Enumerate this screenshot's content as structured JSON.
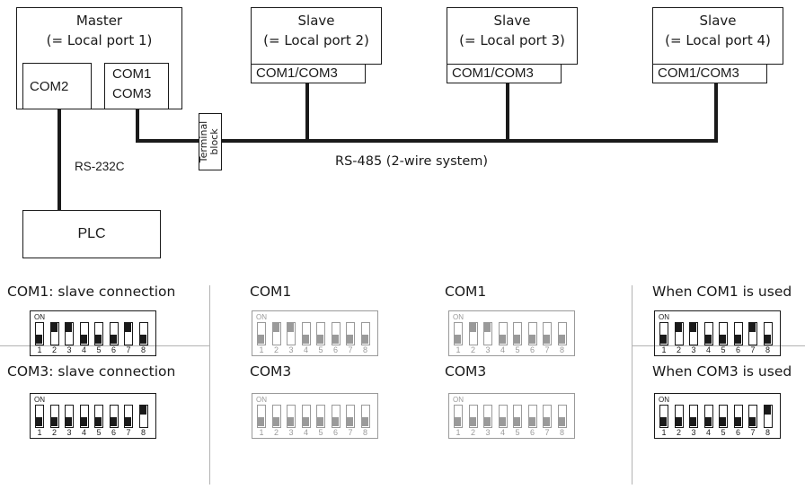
{
  "topology": {
    "master": {
      "line1": "Master",
      "line2": "(= Local port 1)",
      "com2": "COM2",
      "com13_line1": "COM1",
      "com13_line2": "COM3"
    },
    "slaves": [
      {
        "line1": "Slave",
        "line2": "(= Local port 2)",
        "port": "COM1/COM3"
      },
      {
        "line1": "Slave",
        "line2": "(= Local port 3)",
        "port": "COM1/COM3"
      },
      {
        "line1": "Slave",
        "line2": "(= Local port 4)",
        "port": "COM1/COM3"
      }
    ],
    "terminal_block_line1": "Terminal",
    "terminal_block_line2": "block",
    "rs485_label": "RS-485 (2-wire system)",
    "rs232_label": "RS-232C",
    "plc_label": "PLC"
  },
  "dip_switches": {
    "on_label": "ON",
    "numbers": [
      "1",
      "2",
      "3",
      "4",
      "5",
      "6",
      "7",
      "8"
    ],
    "col1": {
      "top_title": "COM1: slave connection",
      "bottom_title": "COM3: slave connection"
    },
    "col2": {
      "top_title": "COM1",
      "bottom_title": "COM3"
    },
    "col3": {
      "top_title": "COM1",
      "bottom_title": "COM3"
    },
    "col4": {
      "top_title": "When COM1 is used",
      "bottom_title": "When COM3 is used"
    },
    "states": {
      "col1_top": [
        "down",
        "up",
        "up",
        "down",
        "down",
        "down",
        "up",
        "down"
      ],
      "col1_bottom": [
        "down",
        "down",
        "down",
        "down",
        "down",
        "down",
        "down",
        "up"
      ],
      "col2_top": [
        "down",
        "up",
        "up",
        "down",
        "down",
        "down",
        "down",
        "down"
      ],
      "col2_bottom": [
        "down",
        "down",
        "down",
        "down",
        "down",
        "down",
        "down",
        "down"
      ],
      "col3_top": [
        "down",
        "up",
        "up",
        "down",
        "down",
        "down",
        "down",
        "down"
      ],
      "col3_bottom": [
        "down",
        "down",
        "down",
        "down",
        "down",
        "down",
        "down",
        "down"
      ],
      "col4_top": [
        "down",
        "up",
        "up",
        "down",
        "down",
        "down",
        "up",
        "down"
      ],
      "col4_bottom": [
        "down",
        "down",
        "down",
        "down",
        "down",
        "down",
        "down",
        "up"
      ]
    },
    "colors": {
      "active": "#1a1a1a",
      "inactive": "#9a9a9a"
    }
  }
}
